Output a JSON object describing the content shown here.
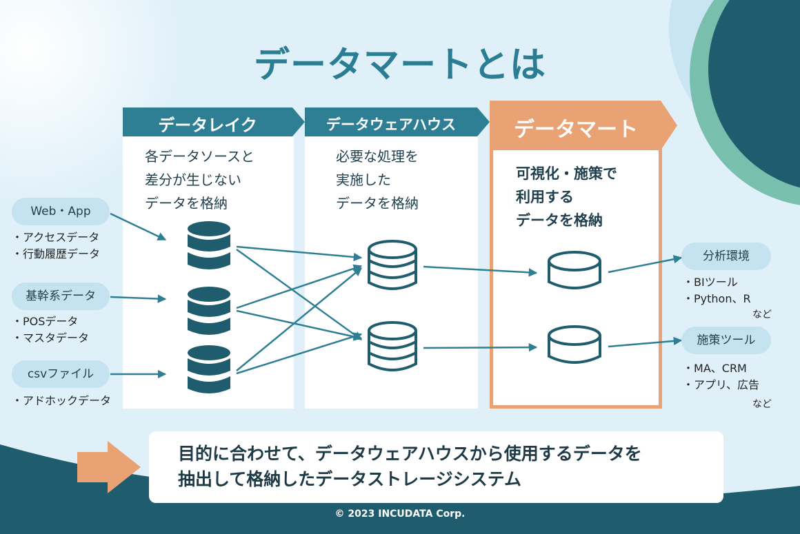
{
  "title": "データマートとは",
  "colors": {
    "teal": "#2e7f94",
    "orange": "#e9a273",
    "dark": "#1f5d6e",
    "mint": "#79bfae",
    "light": "#dff0f9"
  },
  "stages": {
    "lake": {
      "label": "データレイク",
      "desc": "各データソースと\n差分が生じない\nデータを格納"
    },
    "warehouse": {
      "label": "データウェアハウス",
      "desc": "必要な処理を\n実施した\nデータを格納"
    },
    "mart": {
      "label": "データマート",
      "desc": "可視化・施策で\n利用する\nデータを格納"
    }
  },
  "sources": [
    {
      "label": "Web・App",
      "items": [
        "アクセスデータ",
        "行動履歴データ"
      ]
    },
    {
      "label": "基幹系データ",
      "items": [
        "POSデータ",
        "マスタデータ"
      ]
    },
    {
      "label": "csvファイル",
      "items": [
        "アドホックデータ"
      ]
    }
  ],
  "outputs": [
    {
      "label": "分析環境",
      "items": [
        "BIツール",
        "Python、R"
      ],
      "note": "など"
    },
    {
      "label": "施策ツール",
      "items": [
        "MA、CRM",
        "アプリ、広告"
      ],
      "note": "など"
    }
  ],
  "summary": "目的に合わせて、データウェアハウスから使用するデータを\n抽出して格納したデータストレージシステム",
  "copyright": "© 2023 INCUDATA Corp."
}
